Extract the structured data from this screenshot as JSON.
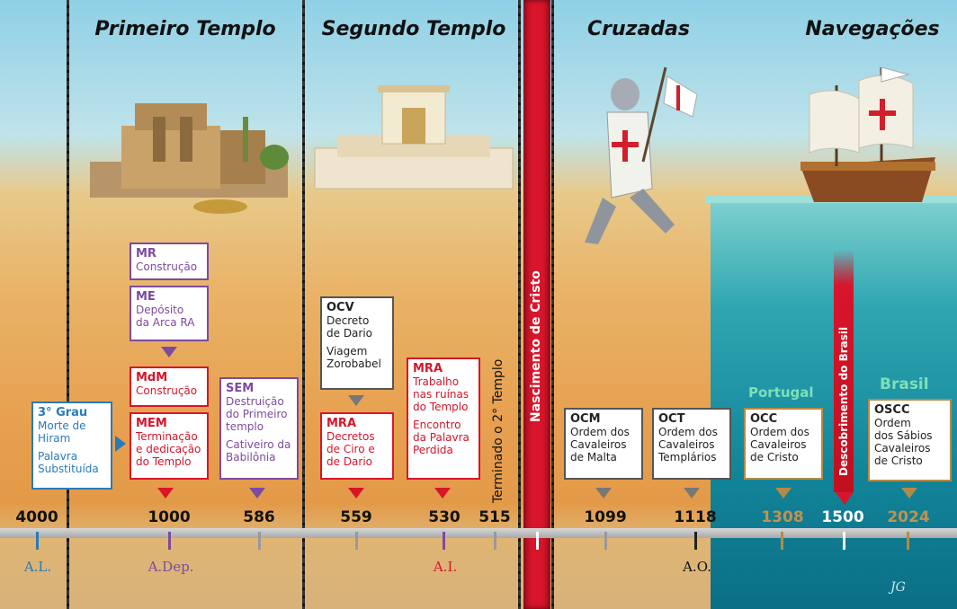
{
  "eras": {
    "primeiro": "Primeiro Templo",
    "segundo": "Segundo Templo",
    "cruzadas": "Cruzadas",
    "navegacoes": "Navegações"
  },
  "vertical_labels": {
    "nascimento": "Nascimento de Cristo",
    "terminado": "Terminado o 2° Templo",
    "descobrimento": "Descobrimento do Brasil"
  },
  "boxes": {
    "grau3": {
      "abbr": "3° Grau",
      "lines": [
        "Morte de",
        "Hiram"
      ],
      "lines2": [
        "Palavra",
        "Substituída"
      ]
    },
    "mr": {
      "abbr": "MR",
      "lines": [
        "Construção"
      ]
    },
    "me": {
      "abbr": "ME",
      "lines": [
        "Depósito",
        "da Arca RA"
      ]
    },
    "mdm": {
      "abbr": "MdM",
      "lines": [
        "Construção"
      ]
    },
    "mem": {
      "abbr": "MEM",
      "lines": [
        "Terminação",
        "e dedicação",
        "do Templo"
      ]
    },
    "sem": {
      "abbr": "SEM",
      "lines": [
        "Destruição",
        "do Primeiro",
        "templo"
      ],
      "lines2": [
        "Cativeiro da",
        "Babilônia"
      ]
    },
    "ocv": {
      "abbr": "OCV",
      "lines": [
        "Decreto",
        "de Dario"
      ],
      "lines2": [
        "Viagem",
        "Zorobabel"
      ]
    },
    "mra1": {
      "abbr": "MRA",
      "lines": [
        "Decretos",
        "de Ciro e",
        "de Dario"
      ]
    },
    "mra2": {
      "abbr": "MRA",
      "lines": [
        "Trabalho",
        "nas ruínas",
        "do Templo"
      ],
      "lines2": [
        "Encontro",
        "da Palavra",
        "Perdida"
      ]
    },
    "ocm": {
      "abbr": "OCM",
      "lines": [
        "Ordem dos",
        "Cavaleiros",
        "de Malta"
      ]
    },
    "oct": {
      "abbr": "OCT",
      "lines": [
        "Ordem dos",
        "Cavaleiros",
        "Templários"
      ]
    },
    "occ": {
      "abbr": "OCC",
      "lines": [
        "Ordem dos",
        "Cavaleiros",
        "de Cristo"
      ]
    },
    "oscc": {
      "abbr": "OSCC",
      "lines": [
        "Ordem",
        "dos Sábios",
        "Cavaleiros",
        "de Cristo"
      ]
    }
  },
  "countries": {
    "portugal": "Portugal",
    "brasil": "Brasil"
  },
  "years": [
    "4000",
    "1000",
    "586",
    "559",
    "530",
    "515",
    "1099",
    "1118",
    "1308",
    "1500",
    "2024"
  ],
  "era_labels": {
    "al": "A.L.",
    "adep": "A.Dep.",
    "ai": "A.I.",
    "ao": "A.O."
  },
  "signature": "JG",
  "colors": {
    "purple": "#7d4aa0",
    "red": "#d8152a",
    "blue": "#2a7ab8",
    "gold": "#b58a45",
    "sea": "#12859a"
  }
}
